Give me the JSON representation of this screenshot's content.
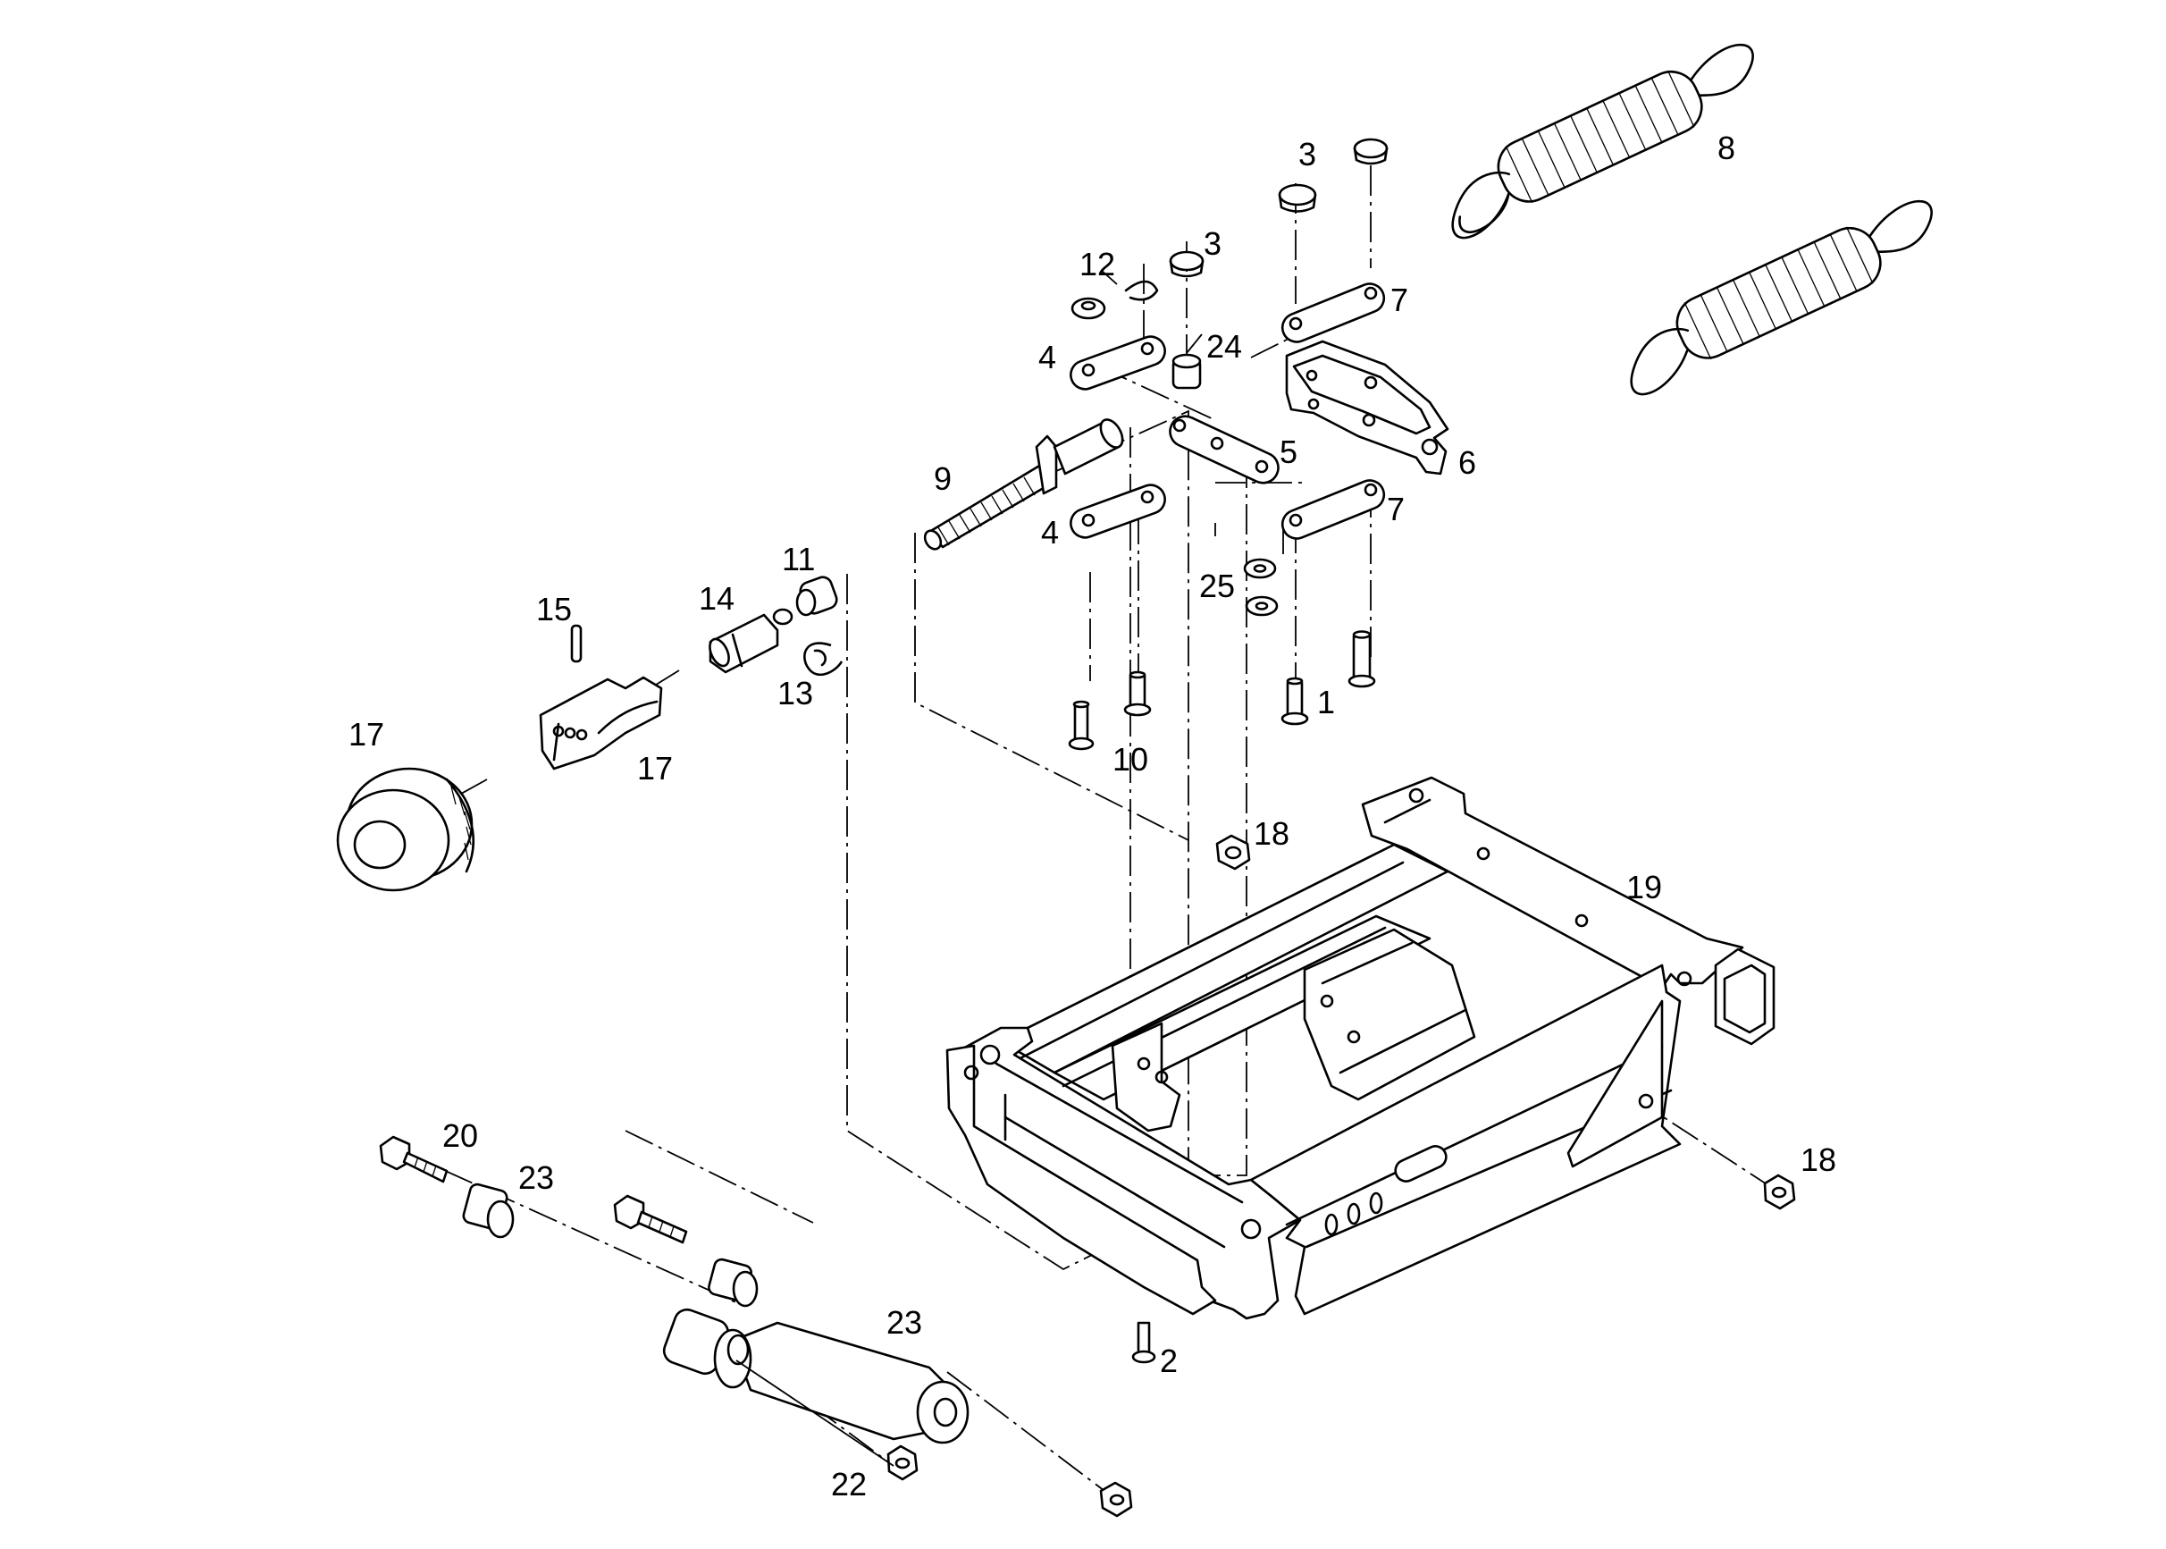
{
  "diagram": {
    "labels": {
      "p1": "1",
      "p2": "2",
      "p3a": "3",
      "p3b": "3",
      "p4a": "4",
      "p4b": "4",
      "p5": "5",
      "p6": "6",
      "p7a": "7",
      "p7b": "7",
      "p8": "8",
      "p9": "9",
      "p10": "10",
      "p11": "11",
      "p12": "12",
      "p13": "13",
      "p14": "14",
      "p15": "15",
      "p17a": "17",
      "p17b": "17",
      "p18a": "18",
      "p18b": "18",
      "p19": "19",
      "p20": "20",
      "p22": "22",
      "p23a": "23",
      "p23b": "23",
      "p24": "24",
      "p25": "25"
    }
  }
}
